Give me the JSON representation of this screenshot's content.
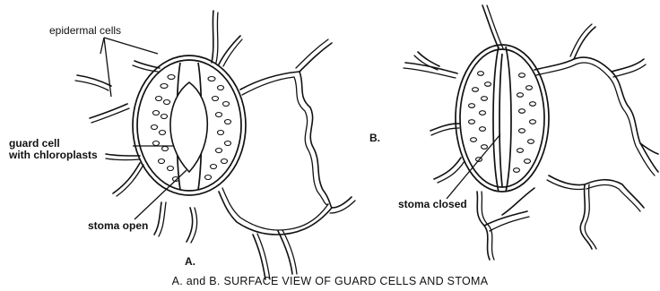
{
  "labels": {
    "epidermal_cells": "epidermal cells",
    "guard_cell_line1": "guard cell",
    "guard_cell_line2": "with chloroplasts",
    "stoma_open": "stoma open",
    "label_a": "A.",
    "label_b": "B.",
    "stoma_closed": "stoma closed"
  },
  "caption": "A. and B. SURFACE VIEW OF GUARD CELLS AND STOMA"
}
